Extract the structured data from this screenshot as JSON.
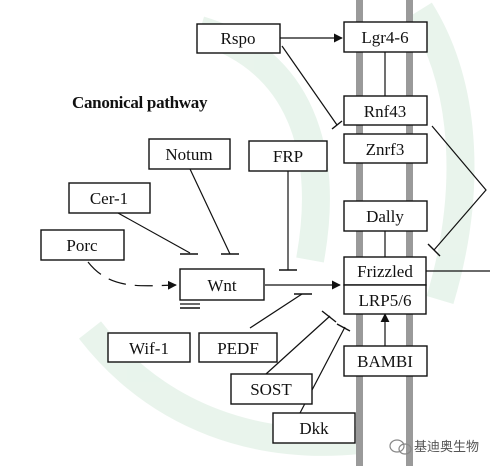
{
  "title": "Canonical pathway",
  "nodes": {
    "rspo": "Rspo",
    "lgr": "Lgr4-6",
    "rnf43": "Rnf43",
    "znrf3": "Znrf3",
    "notum": "Notum",
    "frp": "FRP",
    "cer1": "Cer-1",
    "dally": "Dally",
    "porc": "Porc",
    "wnt": "Wnt",
    "frizzled": "Frizzled",
    "lrp": "LRP5/6",
    "wif1": "Wif-1",
    "pedf": "PEDF",
    "bambi": "BAMBI",
    "sost": "SOST",
    "dkk": "Dkk"
  },
  "watermark": "基迪奥生物",
  "colors": {
    "membrane_rail": "#9a9a9a",
    "watermark_stroke": "#dff0e4"
  }
}
